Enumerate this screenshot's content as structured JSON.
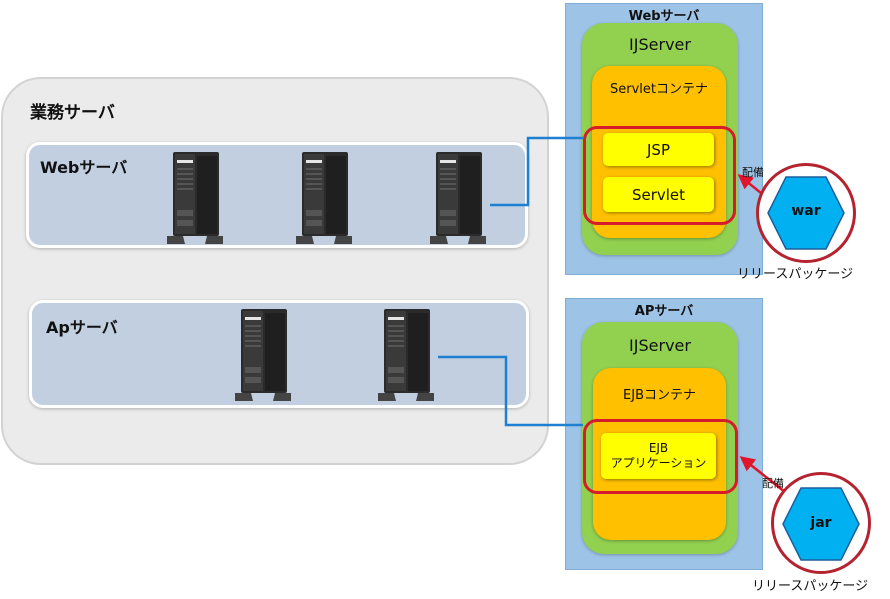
{
  "business_group": {
    "title": "業務サーバ"
  },
  "web_tier": {
    "label": "Webサーバ"
  },
  "ap_tier": {
    "label": "Apサーバ"
  },
  "web_server_panel": {
    "title": "Webサーバ",
    "ijserver": "IJServer",
    "container": "Servletコンテナ",
    "components": [
      "JSP",
      "Servlet"
    ]
  },
  "ap_server_panel": {
    "title": "APサーバ",
    "ijserver": "IJServer",
    "container": "EJBコンテナ",
    "component_line1": "EJB",
    "component_line2": "アプリケーション"
  },
  "packages": [
    {
      "name": "war",
      "deploy_label": "配備",
      "caption": "リリースパッケージ"
    },
    {
      "name": "jar",
      "deploy_label": "配備",
      "caption": "リリースパッケージ"
    }
  ],
  "colors": {
    "panel_blue": "#9dc3e6",
    "ijserver_green": "#92d050",
    "container_orange": "#ffc000",
    "component_yellow": "#ffff00",
    "highlight_red": "#d61c2c",
    "package_cyan": "#00b0f0",
    "connector_blue": "#1f7fd1"
  }
}
